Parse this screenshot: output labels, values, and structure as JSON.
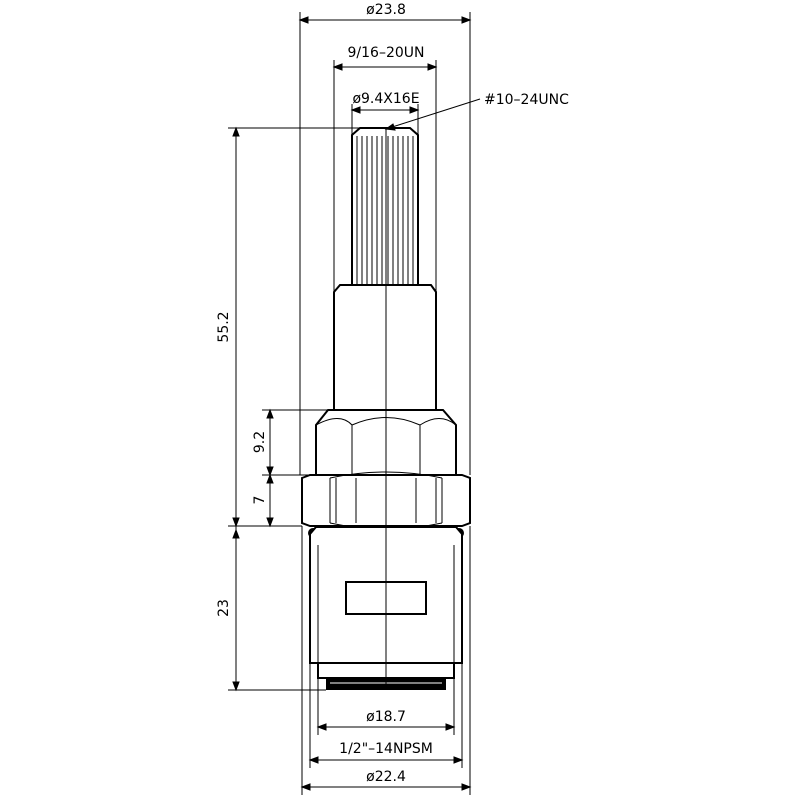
{
  "labels": {
    "outer_diameter_top": "ø23.8",
    "stem_thread": "9/16–20UN",
    "spline": "ø9.4X16E",
    "screw_thread": "#10–24UNC",
    "overall_height": "55.2",
    "hex_height": "9.2",
    "collar_height": "7",
    "body_height": "23",
    "seal_diameter": "ø18.7",
    "pipe_thread": "1/2\"–14NPSM",
    "outer_diameter_bottom": "ø22.4"
  },
  "colors": {
    "line": "#000000",
    "background": "#ffffff"
  }
}
